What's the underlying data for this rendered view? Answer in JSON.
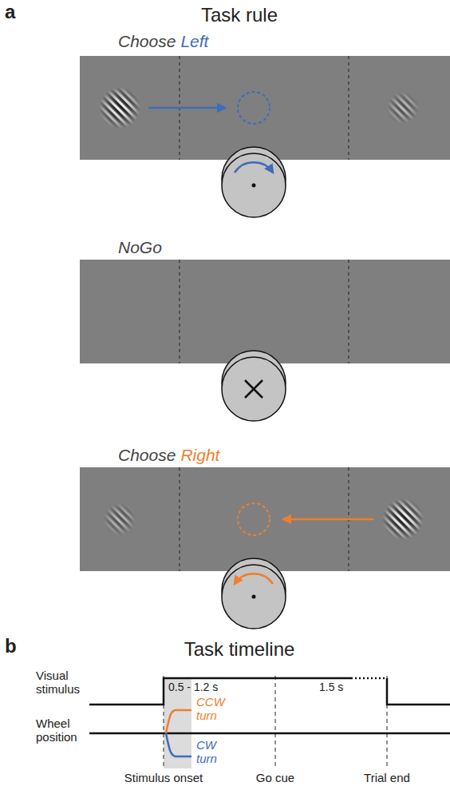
{
  "diagram": {
    "labels": [
      "a",
      "Task rule",
      "Choose",
      "Left",
      "NoGo",
      "Choose",
      "Right",
      "b",
      "Task timeline",
      "Visual stimulus",
      "0.5 - 1.2 s",
      "1.5 s",
      "Wheel position",
      "CCW turn",
      "CW turn",
      "Stimulus onset",
      "Go cue",
      "Trial end"
    ]
  }
}
